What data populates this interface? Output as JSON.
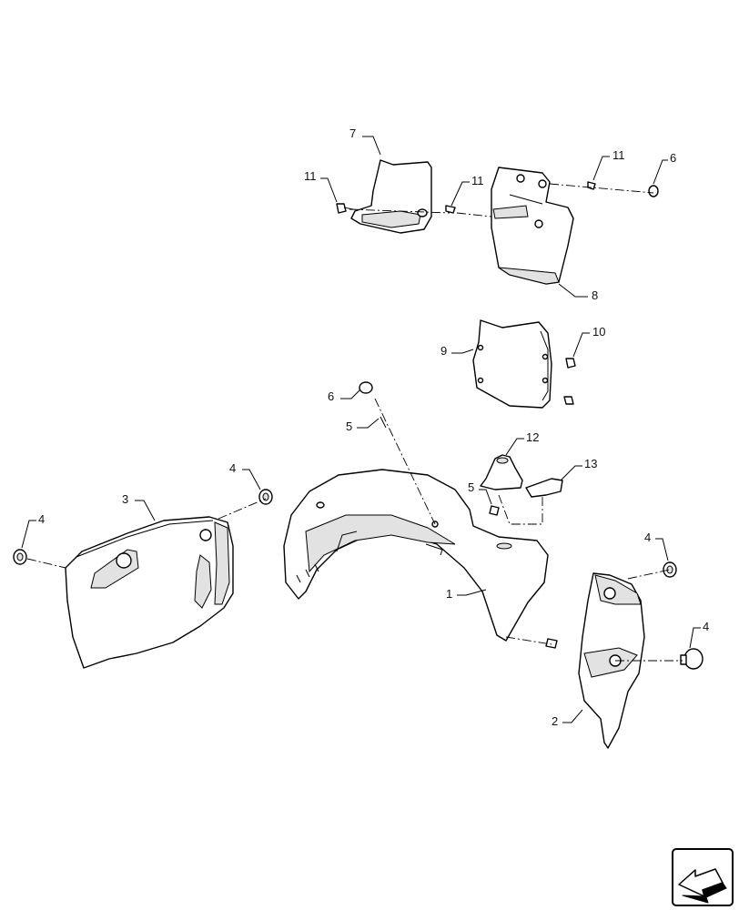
{
  "callouts": [
    {
      "id": "c7",
      "text": "7"
    },
    {
      "id": "c11a",
      "text": "11"
    },
    {
      "id": "c11b",
      "text": "11"
    },
    {
      "id": "c11c",
      "text": "11"
    },
    {
      "id": "c6a",
      "text": "6"
    },
    {
      "id": "c8",
      "text": "8"
    },
    {
      "id": "c9",
      "text": "9"
    },
    {
      "id": "c10",
      "text": "10"
    },
    {
      "id": "c6b",
      "text": "6"
    },
    {
      "id": "c5a",
      "text": "5"
    },
    {
      "id": "c12",
      "text": "12"
    },
    {
      "id": "c13",
      "text": "13"
    },
    {
      "id": "c5b",
      "text": "5"
    },
    {
      "id": "c4a",
      "text": "4"
    },
    {
      "id": "c3",
      "text": "3"
    },
    {
      "id": "c4b",
      "text": "4"
    },
    {
      "id": "c1",
      "text": "1"
    },
    {
      "id": "c4c",
      "text": "4"
    },
    {
      "id": "c4d",
      "text": "4"
    },
    {
      "id": "c2",
      "text": "2"
    }
  ],
  "nav_icon": "arrow-icon"
}
